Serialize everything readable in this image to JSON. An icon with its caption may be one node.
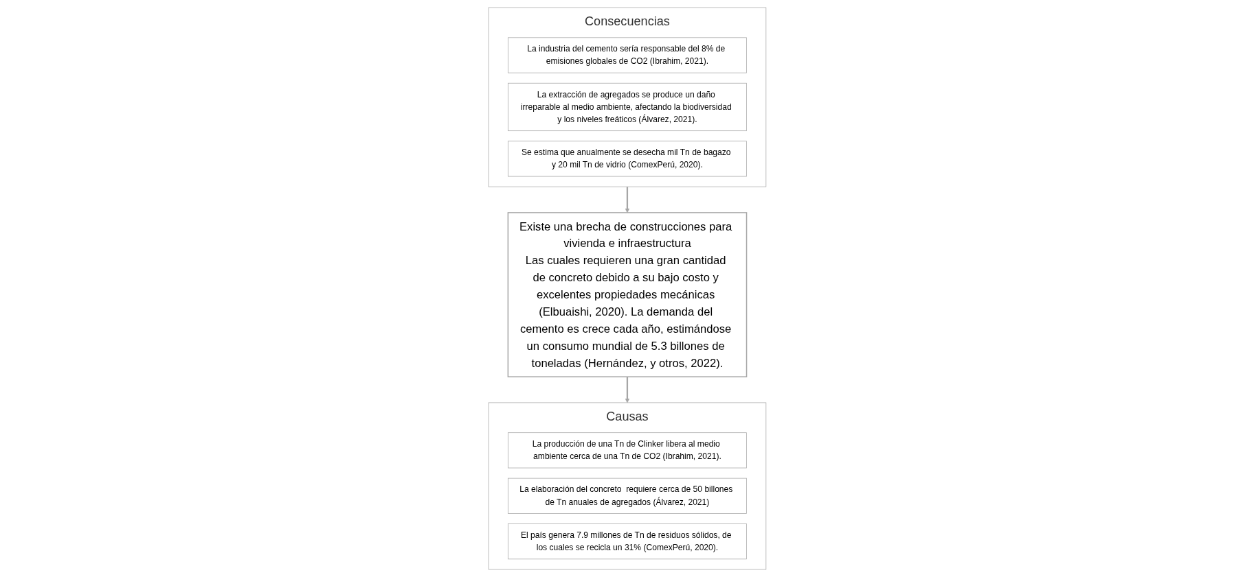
{
  "diagram": {
    "nodes": [
      {
        "text": [
          "Consecuencias"
        ]
      },
      {
        "text": [
          "La industria del cemento sería responsable del 8% de emisiones globales de CO2 (Ibrahim, 2021)."
        ],
        "in": 0
      },
      {
        "text": [
          "La extracción de agregados se produce un daño irreparable al medio ambiente, afectando la biodiversidad y los niveles freáticos (Álvarez, 2021)."
        ],
        "in": 0
      },
      {
        "text": [
          "Se estima que anualmente se desecha mil Tn de bagazo y 20 mil Tn de vidrio (ComexPerú, 2020)."
        ],
        "in": 0
      },
      {
        "text": [
          "Existe una brecha de construcciones para vivienda e infraestructura",
          "Las cuales requieren una gran cantidad de concreto debido a su bajo costo y excelentes propiedades mecánicas (Elbuaishi, 2020). La demanda del cemento es crece cada año, estimándose un consumo mundial de 5.3 billones de toneladas (Hernández, y otros, 2022)."
        ]
      },
      {
        "text": [
          "Causas"
        ]
      },
      {
        "text": [
          "La producción de una Tn de Clinker libera al medio ambiente cerca de una Tn de CO2 (Ibrahim, 2021)."
        ],
        "in": 5
      },
      {
        "text": [
          "La elaboración del concreto  requiere cerca de 50 billones de Tn anuales de agregados (Álvarez, 2021)"
        ],
        "in": 5
      },
      {
        "text": [
          "El país genera 7.9 millones de Tn de residuos sólidos, de los cuales se recicla un 31% (ComexPerú, 2020)."
        ],
        "in": 5
      }
    ],
    "edges": [
      {
        "from": 0,
        "to": 4,
        "arrow": "to"
      },
      {
        "from": 4,
        "to": 5,
        "arrow": "to"
      }
    ]
  }
}
